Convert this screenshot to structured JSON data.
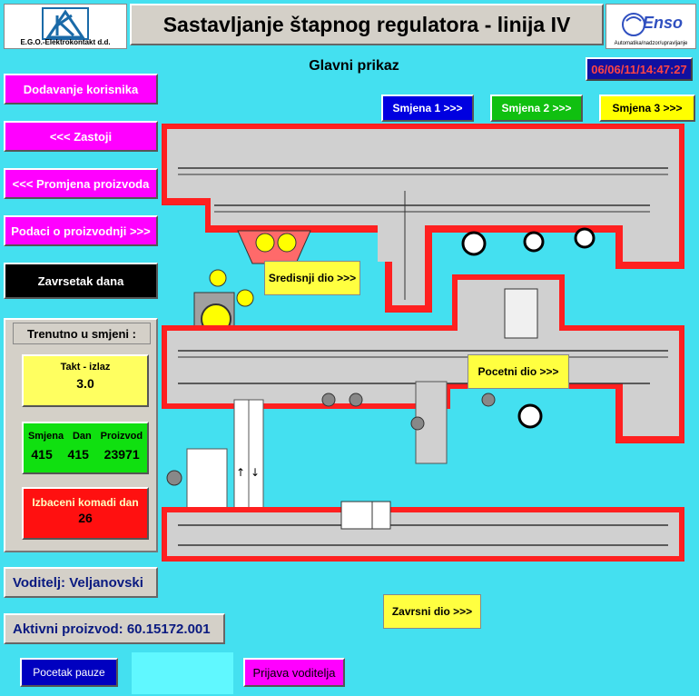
{
  "header": {
    "company": "E.G.O.-Elektrokontakt d.d.",
    "title": "Sastavljanje štapnog regulatora - linija IV",
    "enso_logo": "Enso",
    "enso_sub": "Automatika/nadzor/upravljanje"
  },
  "clock": "06/06/11/14:47:27",
  "main_title": "Glavni prikaz",
  "shifts": [
    {
      "label": "Smjena 1 >>>",
      "color": "#0000e0",
      "text_color": "#ffffff"
    },
    {
      "label": "Smjena 2 >>>",
      "color": "#10c010",
      "text_color": "#ffffff"
    },
    {
      "label": "Smjena 3 >>>",
      "color": "#ffff00",
      "text_color": "#000000"
    }
  ],
  "left_menu": [
    {
      "label": "Dodavanje korisnika",
      "color": "#ff00ff",
      "text_color": "#ffffff"
    },
    {
      "label": "<<<  Zastoji",
      "color": "#ff00ff",
      "text_color": "#ffffff"
    },
    {
      "label": "<<<  Promjena proizvoda",
      "color": "#ff00ff",
      "text_color": "#ffffff"
    },
    {
      "label": "Podaci o proizvodnji  >>>",
      "color": "#ff00ff",
      "text_color": "#ffffff"
    },
    {
      "label": "Zavrsetak dana",
      "color": "#000000",
      "text_color": "#ffffff"
    }
  ],
  "stats": {
    "heading": "Trenutno u smjeni :",
    "takt_label": "Takt - izlaz",
    "takt_value": "3.0",
    "counts_labels": [
      "Smjena",
      "Dan",
      "Proizvod"
    ],
    "counts_values": [
      "415",
      "415",
      "23971"
    ],
    "rejected_label": "Izbaceni komadi dan",
    "rejected_value": "26"
  },
  "operator": "Voditelj: Veljanovski",
  "active_product": "Aktivni proizvod: 60.15172.001",
  "bottom": {
    "pause": "Pocetak pauze",
    "login": "Prijava voditelja"
  },
  "sections": {
    "middle": "Sredisnji dio >>>",
    "start": "Pocetni dio  >>>",
    "end": "Zavrsni dio >>>"
  },
  "colors": {
    "background": "#44e0f0",
    "conveyor": "#d0d0d0",
    "frame": "#ff2020",
    "magenta": "#ff00ff",
    "yellow": "#ffff40",
    "green": "#10e010",
    "red": "#ff1010"
  }
}
